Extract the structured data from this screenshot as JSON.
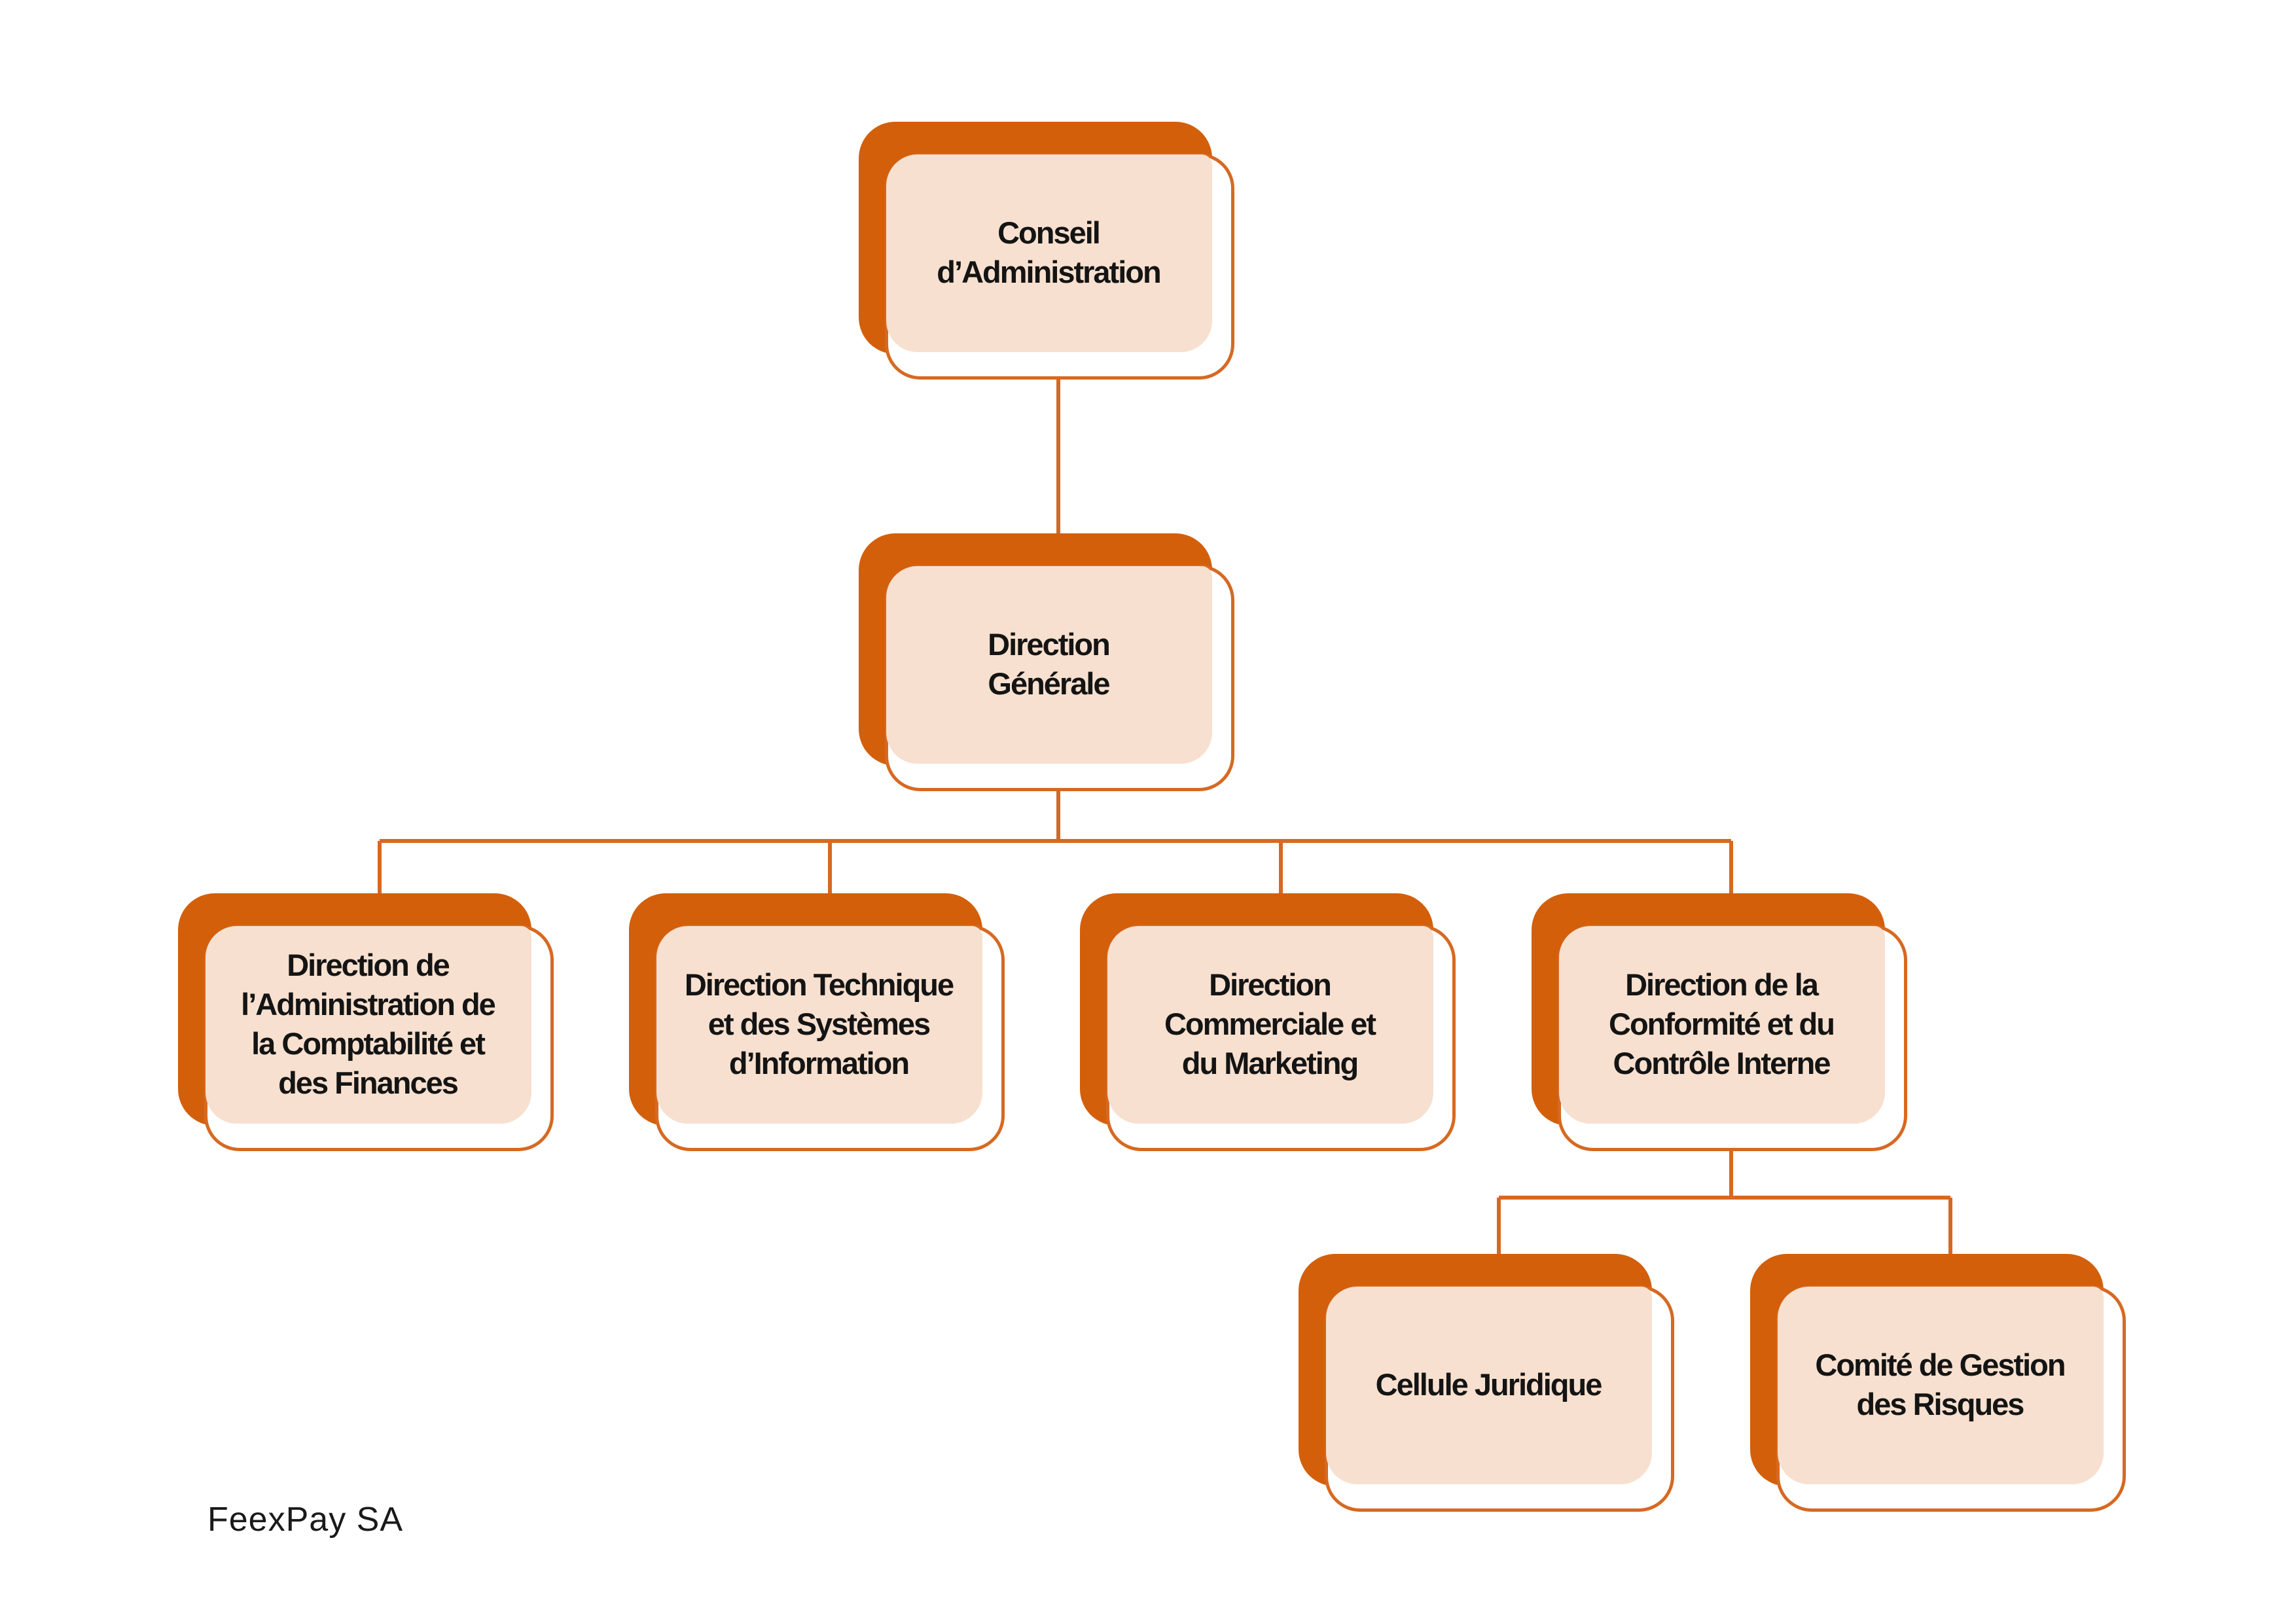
{
  "colors": {
    "accent": "#d35f0b",
    "accent_line": "#d66922",
    "node_fill": "#f7e0cf",
    "text": "#141414"
  },
  "org_chart": {
    "nodes": [
      {
        "id": "conseil",
        "label": "Conseil\nd’Administration"
      },
      {
        "id": "direction-generale",
        "label": "Direction\nGénérale"
      },
      {
        "id": "finances",
        "label": "Direction de\nl’Administration de\nla Comptabilité et\ndes Finances"
      },
      {
        "id": "technique",
        "label": "Direction Technique\net des Systèmes\nd’Information"
      },
      {
        "id": "commercial",
        "label": "Direction\nCommerciale et\ndu Marketing"
      },
      {
        "id": "conformite",
        "label": "Direction de la\nConformité et du\nContrôle Interne"
      },
      {
        "id": "juridique",
        "label": "Cellule Juridique"
      },
      {
        "id": "risques",
        "label": "Comité de Gestion\ndes Risques"
      }
    ],
    "edges": [
      [
        "conseil",
        "direction-generale"
      ],
      [
        "direction-generale",
        "finances"
      ],
      [
        "direction-generale",
        "technique"
      ],
      [
        "direction-generale",
        "commercial"
      ],
      [
        "direction-generale",
        "conformite"
      ],
      [
        "conformite",
        "juridique"
      ],
      [
        "conformite",
        "risques"
      ]
    ]
  },
  "footer": {
    "company": "FeexPay SA"
  }
}
